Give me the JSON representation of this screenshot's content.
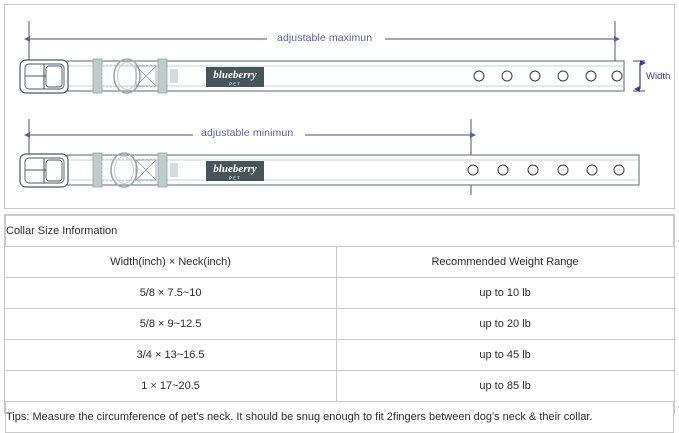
{
  "diagram": {
    "max_label": "adjustable maximun",
    "min_label": "adjustable minimun",
    "width_label": "Width",
    "brand_tag": {
      "name": "blueberry",
      "sub": "PET"
    },
    "colors": {
      "dimension_line": "#6b6fa8",
      "dimension_text": "#5a5f9c",
      "strap_outline": "#5a6a70",
      "hardware_fill": "#bfcccc",
      "tag_fill": "#46545c",
      "panel_border": "#c9c9c9"
    },
    "max_row": {
      "holes": 6
    },
    "min_row": {
      "holes": 6
    }
  },
  "table": {
    "title": "Collar Size Information",
    "headers": [
      "Width(inch)  ×  Neck(inch)",
      "Recommended Weight Range"
    ],
    "rows": [
      [
        "5/8 × 7.5~10",
        "up to 10 lb"
      ],
      [
        "5/8 × 9~12.5",
        "up to 20 lb"
      ],
      [
        "3/4 × 13~16.5",
        "up to 45 lb"
      ],
      [
        "1 × 17~20.5",
        "up to 85 lb"
      ]
    ],
    "tips": "Tips: Measure the circumference of pet's neck. It should be snug enough to fit 2fingers between dog's neck & their collar."
  }
}
